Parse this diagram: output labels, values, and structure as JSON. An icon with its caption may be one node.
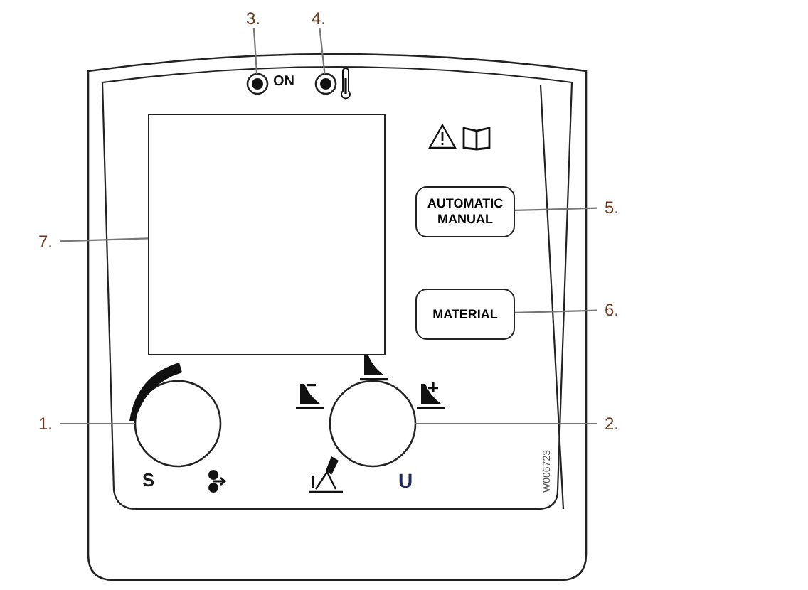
{
  "diagram": {
    "nodes": [
      {
        "text": [
          "1."
        ]
      },
      {
        "text": [],
        "shape": "circle"
      },
      {
        "text": [
          "2."
        ]
      },
      {
        "text": [],
        "shape": "circle"
      },
      {
        "text": [
          "3."
        ]
      },
      {
        "text": [],
        "shape": "circle"
      },
      {
        "text": [
          "4."
        ]
      },
      {
        "text": [],
        "shape": "circle"
      },
      {
        "text": [
          "5."
        ]
      },
      {
        "text": [
          "AUTOMATIC MANUAL"
        ]
      },
      {
        "text": [
          "6."
        ]
      },
      {
        "text": [
          "MATERIAL"
        ]
      },
      {
        "text": [
          "7."
        ]
      },
      {
        "text": [],
        "shape": "box"
      }
    ],
    "edges": [
      {
        "from": 0,
        "to": 1,
        "arrow": "none"
      },
      {
        "from": 2,
        "to": 3,
        "arrow": "none"
      },
      {
        "from": 4,
        "to": 5,
        "arrow": "none"
      },
      {
        "from": 6,
        "to": 7,
        "arrow": "none"
      },
      {
        "from": 8,
        "to": 9,
        "arrow": "none"
      },
      {
        "from": 10,
        "to": 11,
        "arrow": "none"
      },
      {
        "from": 12,
        "to": 13,
        "arrow": "none"
      }
    ],
    "labels": [
      "ON",
      "S",
      "U",
      "W006723"
    ]
  }
}
